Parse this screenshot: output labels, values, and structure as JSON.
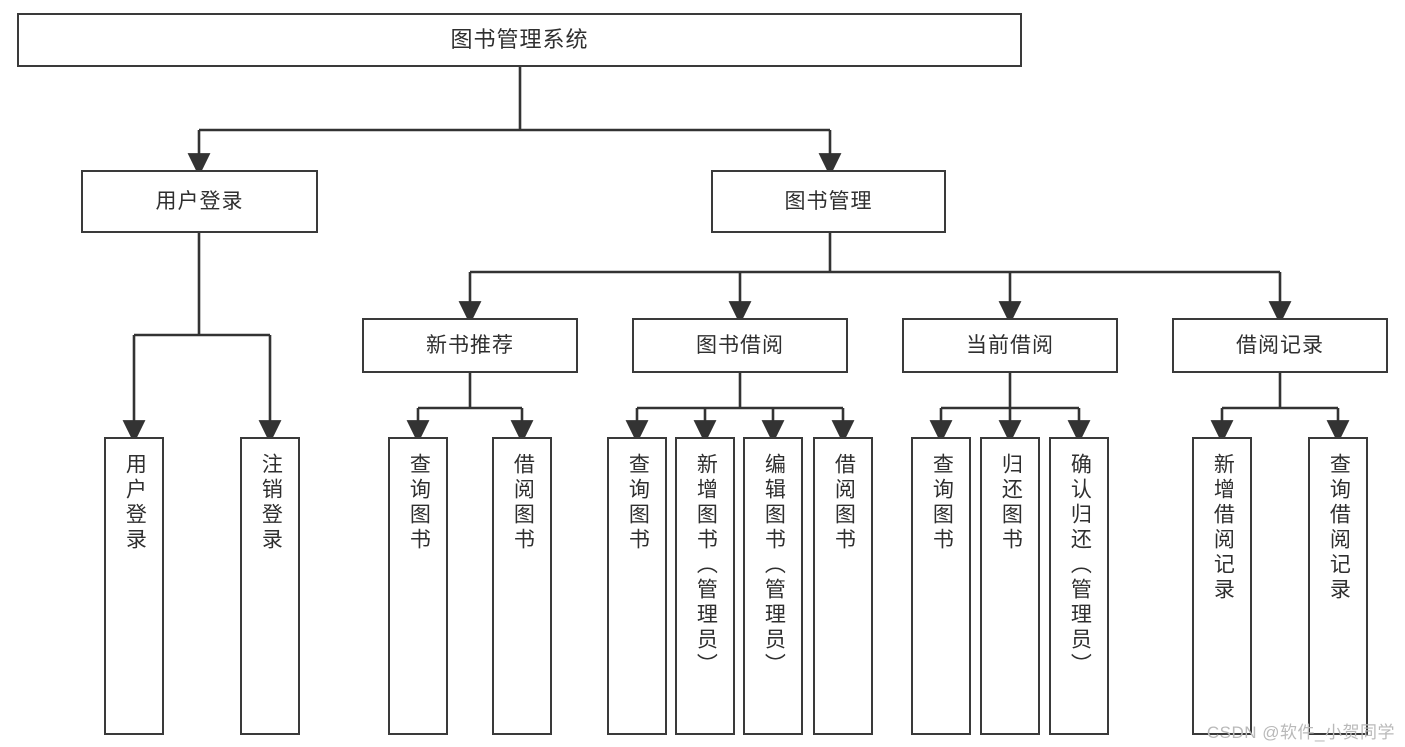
{
  "diagram": {
    "title": "图书管理系统",
    "type": "tree-hierarchy-diagram",
    "watermark": "CSDN @软件_小贺同学",
    "colors": {
      "background": "#ffffff",
      "node_border": "#3a3a3a",
      "node_fill": "#ffffff",
      "text": "#2f2f2f",
      "connector": "#333333",
      "watermark": "#b9b9b9"
    },
    "levels": {
      "root": {
        "label": "图书管理系统"
      },
      "level2": [
        {
          "label": "用户登录"
        },
        {
          "label": "图书管理"
        }
      ],
      "level3": [
        {
          "label": "新书推荐"
        },
        {
          "label": "图书借阅"
        },
        {
          "label": "当前借阅"
        },
        {
          "label": "借阅记录"
        }
      ],
      "leaves": [
        {
          "label": "用户登录",
          "parent": "用户登录"
        },
        {
          "label": "注销登录",
          "parent": "用户登录"
        },
        {
          "label": "查询图书",
          "parent": "新书推荐"
        },
        {
          "label": "借阅图书",
          "parent": "新书推荐"
        },
        {
          "label": "查询图书",
          "parent": "图书借阅"
        },
        {
          "label": "新增图书（管理员）",
          "parent": "图书借阅"
        },
        {
          "label": "编辑图书（管理员）",
          "parent": "图书借阅"
        },
        {
          "label": "借阅图书",
          "parent": "图书借阅"
        },
        {
          "label": "查询图书",
          "parent": "当前借阅"
        },
        {
          "label": "归还图书",
          "parent": "当前借阅"
        },
        {
          "label": "确认归还（管理员）",
          "parent": "当前借阅"
        },
        {
          "label": "新增借阅记录",
          "parent": "借阅记录"
        },
        {
          "label": "查询借阅记录",
          "parent": "借阅记录"
        }
      ]
    }
  }
}
